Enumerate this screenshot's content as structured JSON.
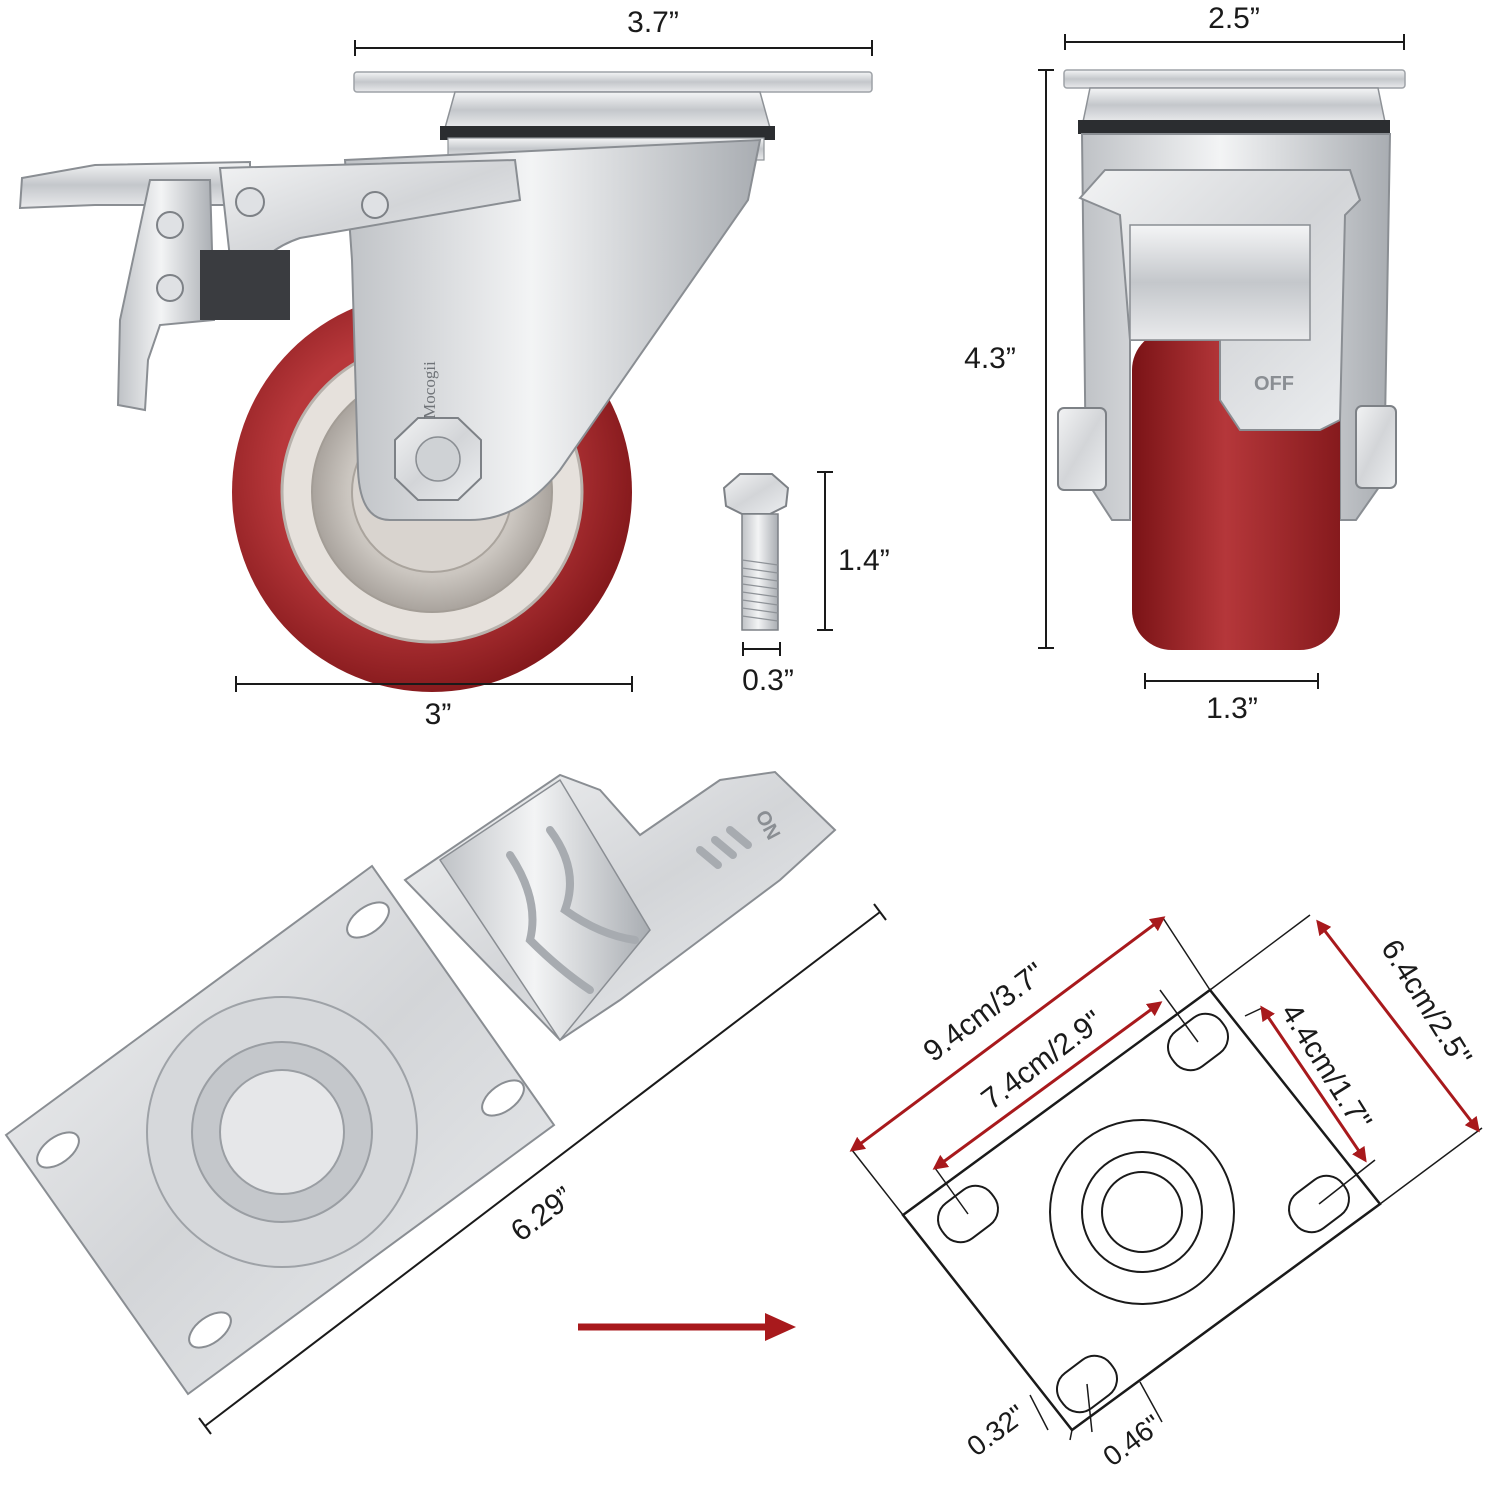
{
  "colors": {
    "wheel_red": "#a0252a",
    "steel": "#c9ccd0",
    "arrow_red": "#a8191c",
    "dim_line": "#1a1a1a"
  },
  "side_view": {
    "top_plate_width": "3.7”",
    "wheel_diameter": "3”",
    "brand_engraving": "Mocogii"
  },
  "bolt": {
    "length": "1.4”",
    "diameter": "0.3”"
  },
  "front_view": {
    "plate_width": "2.5”",
    "height": "4.3”",
    "wheel_width": "1.3”",
    "brake_label": "OFF"
  },
  "top_view": {
    "overall_length": "6.29”",
    "brake_label": "ON"
  },
  "plate_drawing": {
    "length": "9.4cm/3.7\"",
    "hole_spacing_length": "7.4cm/2.9\"",
    "width": "6.4cm/2.5\"",
    "hole_spacing_width": "4.4cm/1.7\"",
    "slot_width": "0.32\"",
    "slot_length": "0.46\""
  }
}
